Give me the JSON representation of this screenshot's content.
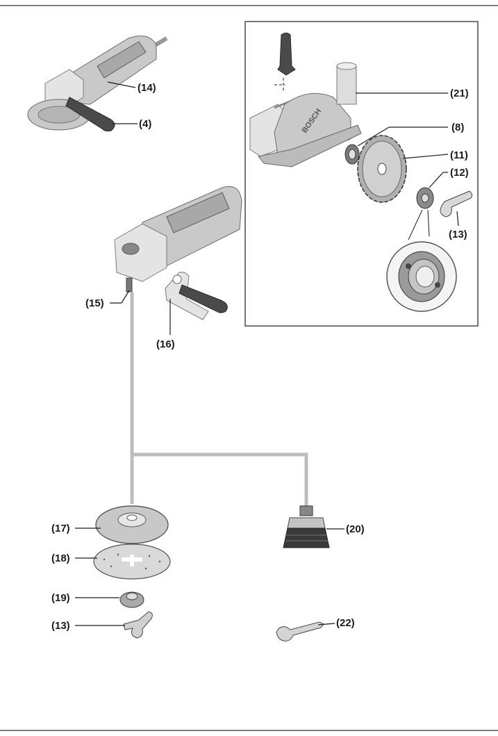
{
  "labels": {
    "l14": "(14)",
    "l4": "(4)",
    "l15": "(15)",
    "l16": "(16)",
    "l21": "(21)",
    "l8": "(8)",
    "l11": "(11)",
    "l12": "(12)",
    "l13_top": "(13)",
    "l17": "(17)",
    "l18": "(18)",
    "l19": "(19)",
    "l13_bottom": "(13)",
    "l20": "(20)",
    "l22": "(22)"
  },
  "brand_text": "BOSCH",
  "colors": {
    "frame": "#1a1a1a",
    "connector": "#bdbdbd",
    "part_light": "#c9c9c9",
    "part_dark": "#4a4a4a"
  }
}
